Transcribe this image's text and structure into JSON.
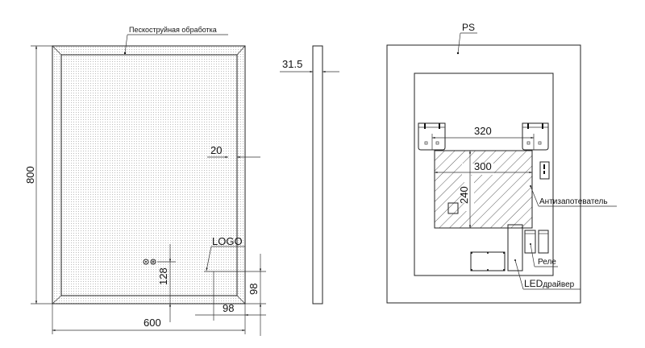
{
  "front_view": {
    "sandblast_label": "Пескоструйная обработка",
    "height_dim": "800",
    "width_dim": "600",
    "border_dim": "20",
    "buttons_dim": "128",
    "logo_label": "LOGO",
    "logo_vertical_dim": "98",
    "logo_horizontal_dim": "98"
  },
  "side_view": {
    "depth_dim": "31.5"
  },
  "back_view": {
    "ps_label": "PS",
    "bracket_spacing_dim": "320",
    "heater_width_dim": "300",
    "heater_height_dim": "240",
    "antifog_label": "Антизапотеватель",
    "relay_label": "Реле",
    "led_label": "LED",
    "driver_label": "драйвер"
  }
}
